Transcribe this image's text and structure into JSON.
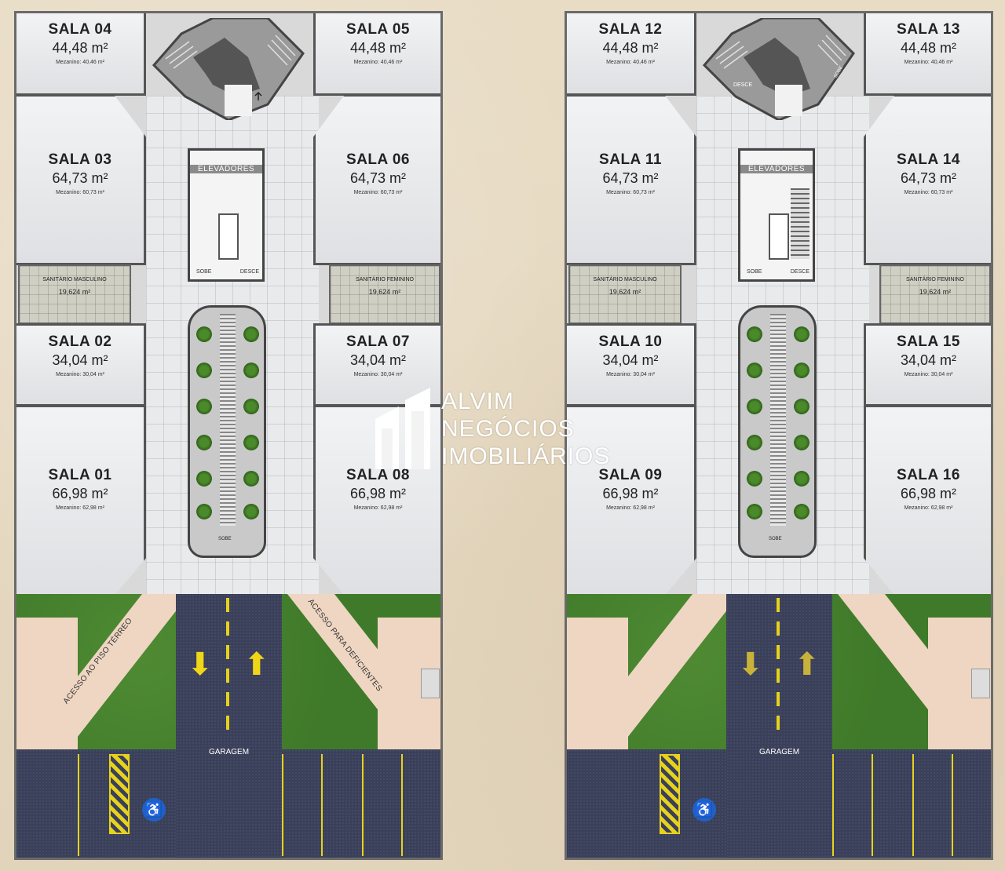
{
  "left_plan": {
    "rooms": [
      {
        "name": "SALA 04",
        "area": "44,48 m²",
        "mezzanine": "Mezanino: 40,46 m²"
      },
      {
        "name": "SALA 05",
        "area": "44,48 m²",
        "mezzanine": "Mezanino: 40,46 m²"
      },
      {
        "name": "SALA 03",
        "area": "64,73 m²",
        "mezzanine": "Mezanino: 60,73 m²"
      },
      {
        "name": "SALA 06",
        "area": "64,73 m²",
        "mezzanine": "Mezanino: 60,73 m²"
      },
      {
        "name": "SALA 02",
        "area": "34,04 m²",
        "mezzanine": "Mezanino: 30,04 m²"
      },
      {
        "name": "SALA 07",
        "area": "34,04 m²",
        "mezzanine": "Mezanino: 30,04 m²"
      },
      {
        "name": "SALA 01",
        "area": "66,98 m²",
        "mezzanine": "Mezanino: 62,98 m²"
      },
      {
        "name": "SALA 08",
        "area": "66,98 m²",
        "mezzanine": "Mezanino: 62,98 m²"
      }
    ],
    "wc_left": {
      "title": "SANITÁRIO MASCULINO",
      "area": "19,624 m²"
    },
    "wc_right": {
      "title": "SANITÁRIO FEMININO",
      "area": "19,624 m²"
    },
    "elevators": "ELEVADORES",
    "sobe": "SOBE",
    "desce": "DESCE",
    "planter_sobe": "SOBE",
    "access_left": "ACESSO AO PISO TÉRREO",
    "access_right": "ACESSO PARA DEFICIENTES",
    "garage": "GARAGEM"
  },
  "right_plan": {
    "rooms": [
      {
        "name": "SALA 12",
        "area": "44,48 m²",
        "mezzanine": "Mezanino: 40,46 m²"
      },
      {
        "name": "SALA 13",
        "area": "44,48 m²",
        "mezzanine": "Mezanino: 40,46 m²"
      },
      {
        "name": "SALA 11",
        "area": "64,73 m²",
        "mezzanine": "Mezanino: 60,73 m²"
      },
      {
        "name": "SALA 14",
        "area": "64,73 m²",
        "mezzanine": "Mezanino: 60,73 m²"
      },
      {
        "name": "SALA 10",
        "area": "34,04 m²",
        "mezzanine": "Mezanino: 30,04 m²"
      },
      {
        "name": "SALA 15",
        "area": "34,04 m²",
        "mezzanine": "Mezanino: 30,04 m²"
      },
      {
        "name": "SALA 09",
        "area": "66,98 m²",
        "mezzanine": "Mezanino: 62,98 m²"
      },
      {
        "name": "SALA 16",
        "area": "66,98 m²",
        "mezzanine": "Mezanino: 62,98 m²"
      }
    ],
    "wc_left": {
      "title": "SANITÁRIO MASCULINO",
      "area": "19,624 m²"
    },
    "wc_right": {
      "title": "SANITÁRIO FEMININO",
      "area": "19,624 m²"
    },
    "elevators": "ELEVADORES",
    "sobe": "SOBE",
    "desce": "DESCE",
    "stair_desce": "DESCE",
    "stair_sobe": "SOBE",
    "planter_sobe": "SOBE",
    "garage": "GARAGEM"
  },
  "watermark": {
    "line1": "ALVIM",
    "line2": "NEGÓCIOS",
    "line3": "IMOBILIÁRIOS"
  },
  "icons": {
    "accessibility": "wheelchair-icon",
    "arrows": [
      "arrow-down-icon",
      "arrow-up-icon"
    ]
  },
  "colors": {
    "lawn": "#3f7a2a",
    "asphalt": "#3a3f5a",
    "road_line": "#e7d21c",
    "access_badge": "#1e61c6",
    "ramp": "#efd6c2",
    "paper": "#e8dcc5"
  }
}
